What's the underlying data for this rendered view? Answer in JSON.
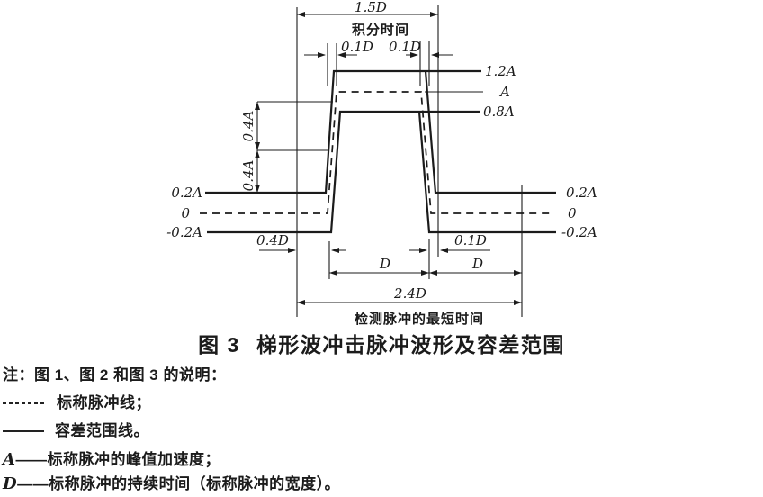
{
  "colors": {
    "ink": "#1b1b1b",
    "paper": "#ffffff"
  },
  "diagram": {
    "dim_1_5d": "1.5D",
    "integration_time": "积分时间",
    "dim_0_1d_rise": "0.1D",
    "dim_0_1d_fall": "0.1D",
    "level_1_2a": "1.2A",
    "level_a": "A",
    "level_0_8a": "0.8A",
    "dim_0_4a_upper": "0.4A",
    "dim_0_4a_lower": "0.4A",
    "axis_left": {
      "pos": "0.2A",
      "zero": "0",
      "neg": "-0.2A"
    },
    "axis_right": {
      "pos": "0.2A",
      "zero": "0",
      "neg": "-0.2A"
    },
    "dim_0_4d": "0.4D",
    "dim_0_1d_after": "0.1D",
    "dim_d_pulse": "D",
    "dim_d_after": "D",
    "dim_2_4d": "2.4D",
    "min_detect_label": "检测脉冲的最短时间"
  },
  "caption": {
    "fig_no": "图 3",
    "title": "梯形波冲击脉冲波形及容差范围"
  },
  "notes": {
    "heading": "注：图 1、图 2 和图 3 的说明：",
    "nominal_label": "标称脉冲线；",
    "tolerance_label": "容差范围线。",
    "a_symbol": "A",
    "a_desc": "——标称脉冲的峰值加速度；",
    "d_symbol": "D",
    "d_desc": "——标称脉冲的持续时间（标称脉冲的宽度）。"
  }
}
